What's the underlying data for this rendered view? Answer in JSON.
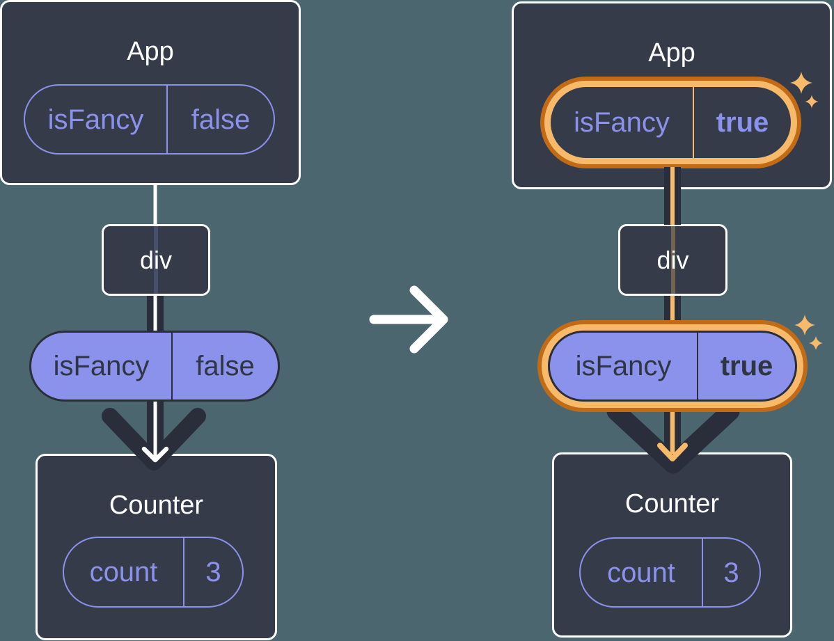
{
  "diagram_description": "React state passed down from App through div to Counter, before and after isFancy changes",
  "colors": {
    "background": "#4c6670",
    "card": "#353b48",
    "card_border": "#ffffff",
    "purple": "#8a92ec",
    "dark_stroke": "#2a2e3a",
    "dark_text": "#2f3542",
    "highlight_orange_light": "#f7b96a",
    "highlight_orange_dark": "#c26b17"
  },
  "icons": {
    "transition": "right-arrow-icon",
    "highlight": "sparkle-icon"
  },
  "left_diagram": {
    "app_card": {
      "title": "App",
      "pill": {
        "name": "isFancy",
        "value": "false"
      }
    },
    "div_node": {
      "label": "div"
    },
    "prop_pill": {
      "name": "isFancy",
      "value": "false"
    },
    "counter_card": {
      "title": "Counter",
      "pill": {
        "name": "count",
        "value": "3"
      }
    }
  },
  "right_diagram": {
    "app_card": {
      "title": "App",
      "pill": {
        "name": "isFancy",
        "value": "true"
      }
    },
    "div_node": {
      "label": "div"
    },
    "prop_pill": {
      "name": "isFancy",
      "value": "true"
    },
    "counter_card": {
      "title": "Counter",
      "pill": {
        "name": "count",
        "value": "3"
      }
    }
  }
}
